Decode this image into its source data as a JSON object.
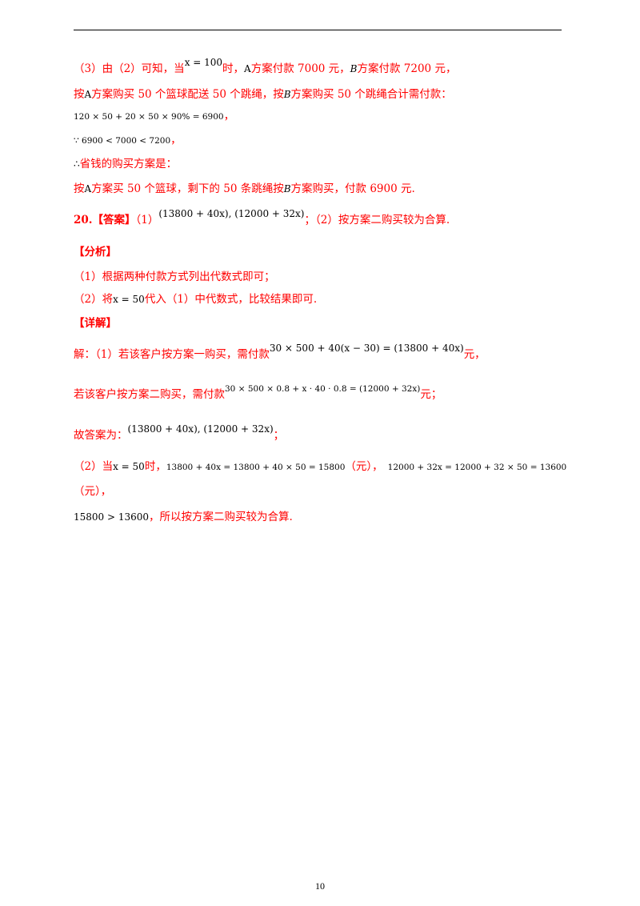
{
  "lines": {
    "l1": {
      "a": "（3）由（2）可知，当",
      "m1": "x = 100",
      "b": "时，",
      "m2": "A",
      "c": "方案付款 7000 元，",
      "m3": "B",
      "d": "方案付款 7200 元，"
    },
    "l2": {
      "a": "按",
      "m1": "A",
      "b": "方案购买 50 个篮球配送 50 个跳绳，按",
      "m2": "B",
      "c": "方案购买 50 个跳绳合计需付款："
    },
    "l3": {
      "m1": "120 × 50 + 20 × 50 × 90% = 6900",
      "a": "，"
    },
    "l4": {
      "m1": "∵ 6900 < 7000 < 7200",
      "a": "，"
    },
    "l5": {
      "m1": "∴",
      "a": "省钱的购买方案是："
    },
    "l6": {
      "a": "按",
      "m1": "A",
      "b": "方案买 50 个篮球，剩下的 50 条跳绳按",
      "m2": "B",
      "c": "方案购买，付款 6900 元."
    },
    "l7": {
      "num": "20.",
      "tag": "【答案】",
      "a": "（1）",
      "m1": "(13800 + 40x), (12000 + 32x)",
      "b": "；（2）按方案二购买较为合算."
    },
    "l8": {
      "tag": "【分析】"
    },
    "l9": {
      "a": "（1）根据两种付款方式列出代数式即可；"
    },
    "l10": {
      "a": "（2）将",
      "m1": "x = 50",
      "b": "代入（1）中代数式，比较结果即可."
    },
    "l11": {
      "tag": "【详解】"
    },
    "l12": {
      "a": "解：（1）若该客户按方案一购买，需付款",
      "m1": "30 × 500 + 40(x − 30) = (13800 + 40x)",
      "b": "元，"
    },
    "l13": {
      "a": "若该客户按方案二购买，需付款",
      "m1": "30 × 500 × 0.8 + x · 40 · 0.8 = (12000 + 32x)",
      "b": "元；"
    },
    "l14": {
      "a": "故答案为：",
      "m1": "(13800 + 40x), (12000 + 32x)",
      "b": "；"
    },
    "l15": {
      "a": "（2）当",
      "m1": "x = 50",
      "b": "时，",
      "m2": "13800 + 40x = 13800 + 40 × 50 = 15800",
      "c": "（元），",
      "m3": "12000 + 32x = 12000 + 32 × 50 = 13600"
    },
    "l16": {
      "a": "（元），"
    },
    "l17": {
      "m1": "15800 > 13600",
      "a": "，所以按方案二购买较为合算."
    }
  },
  "page_number": "10"
}
